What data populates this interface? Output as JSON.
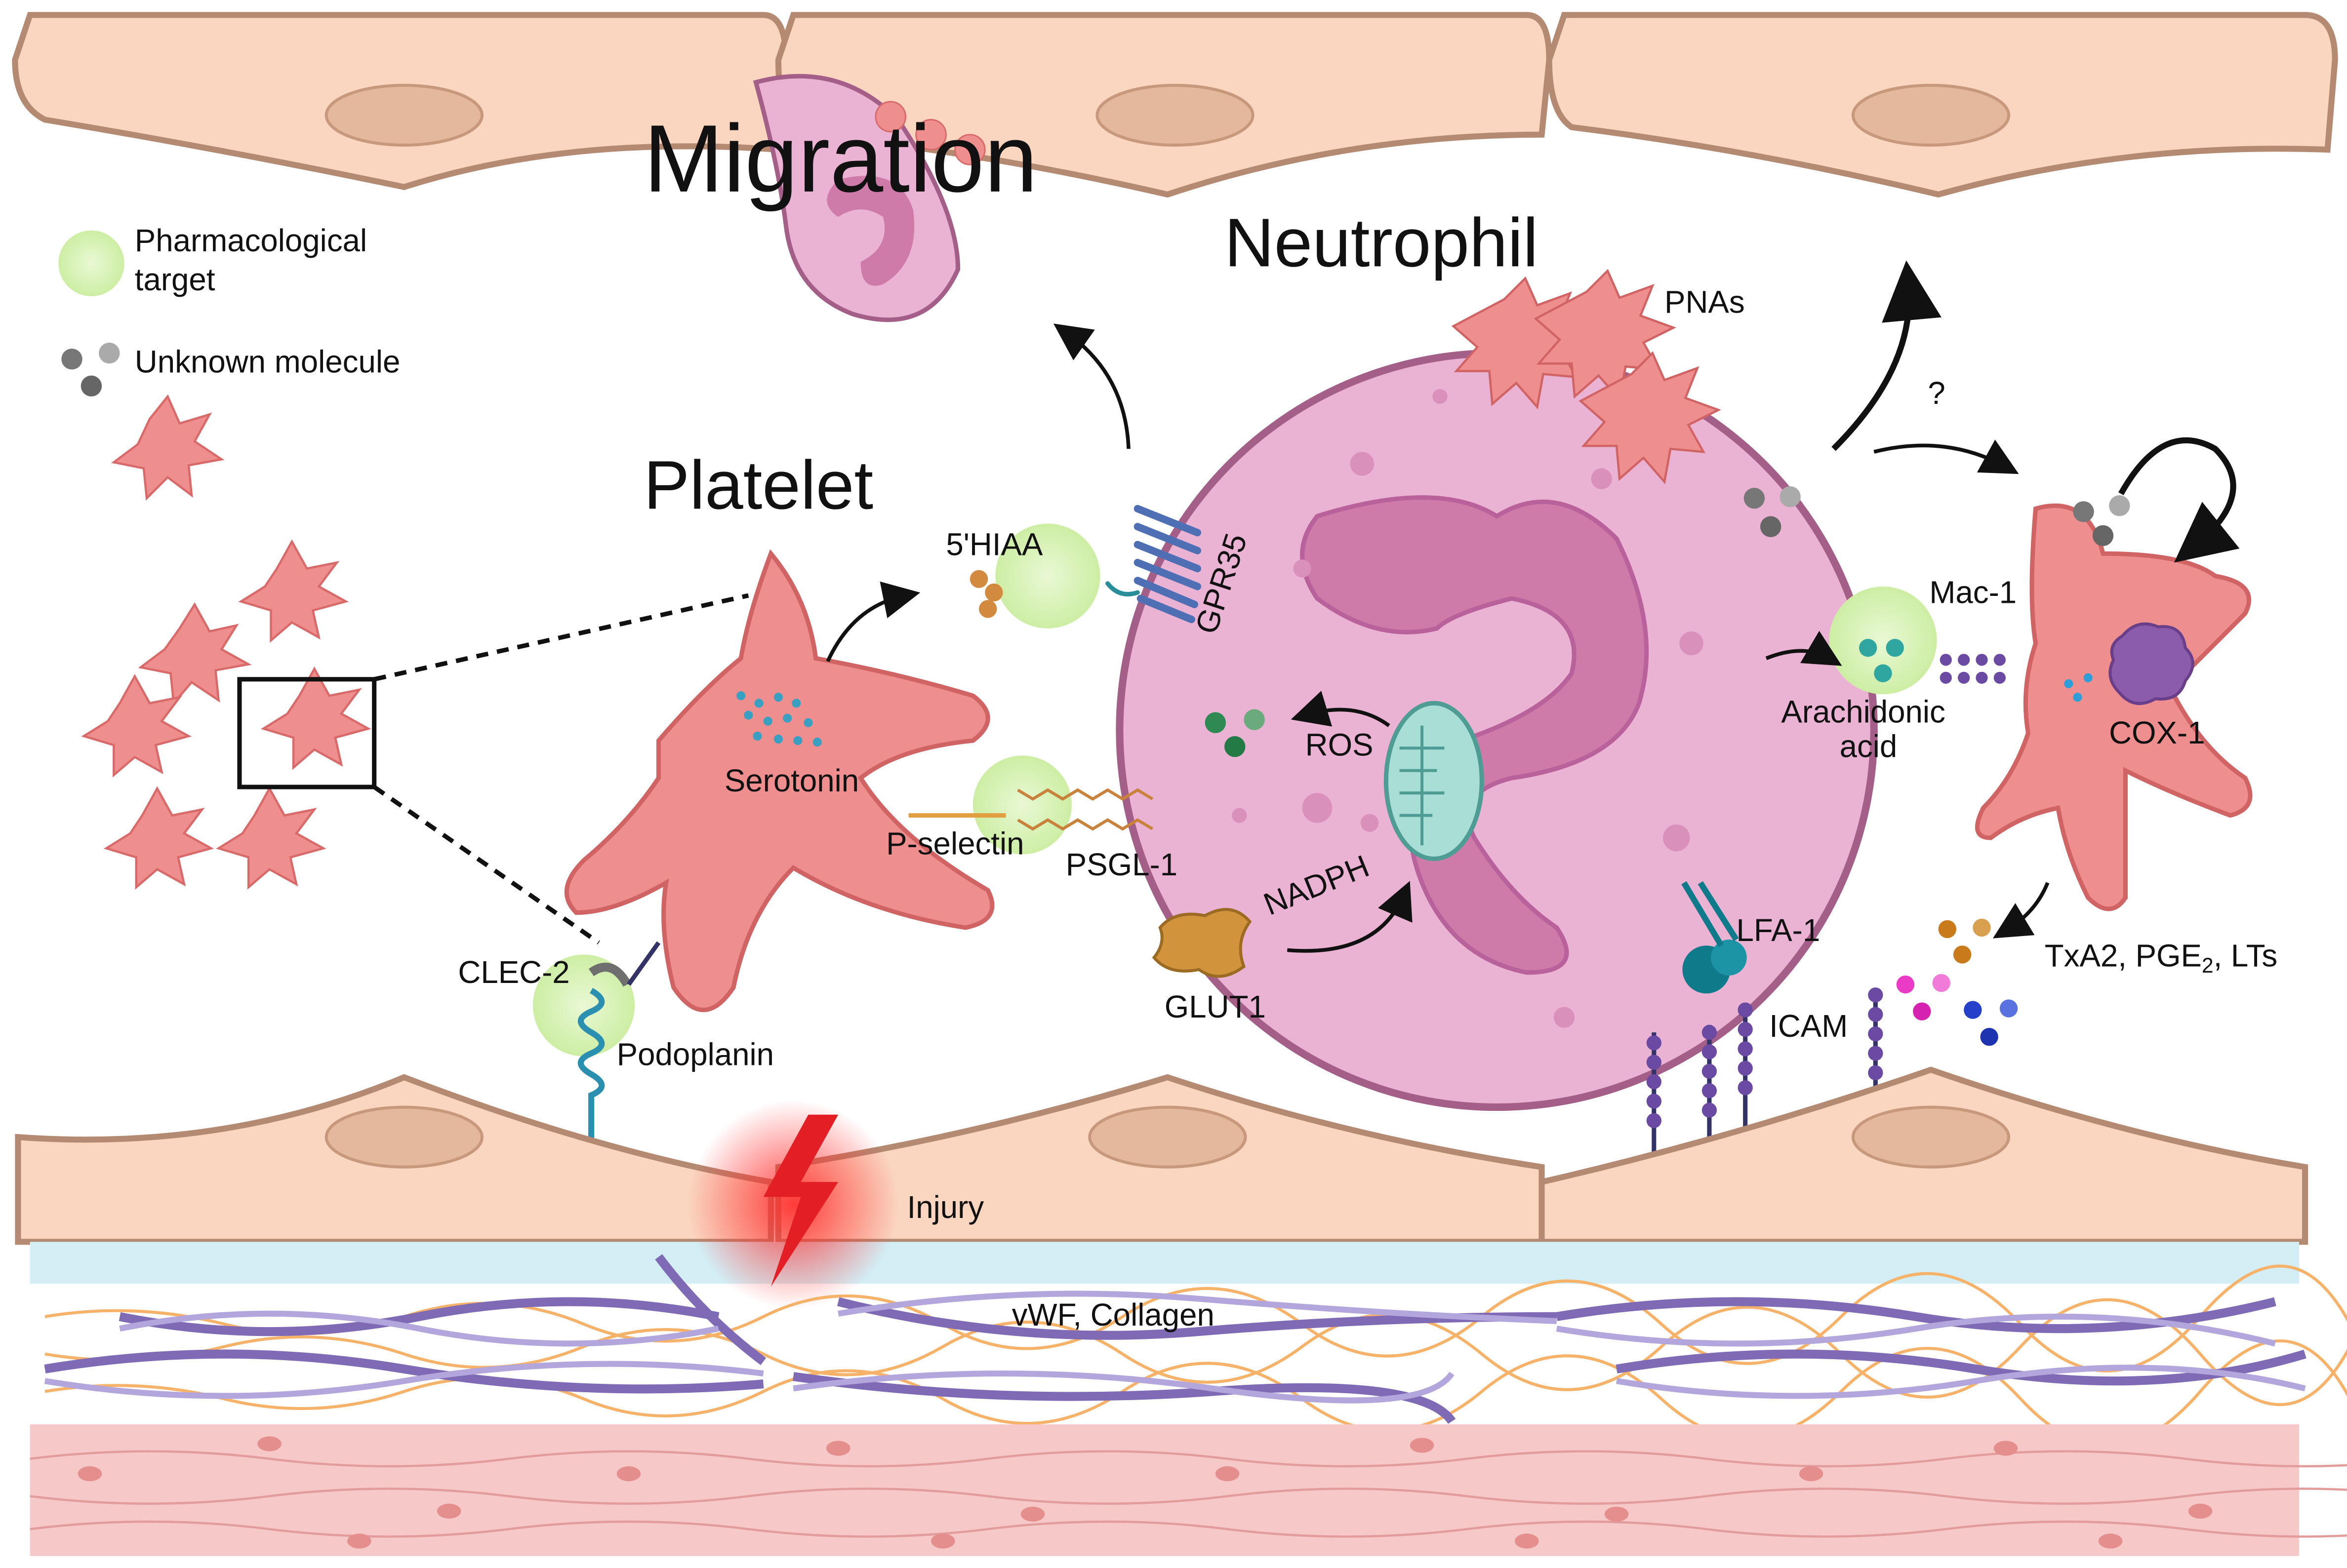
{
  "titles": {
    "neutrophil": "Neutrophil",
    "platelet": "Platelet"
  },
  "legend": {
    "pharmacological_target": [
      "Pharmacological",
      "target"
    ],
    "unknown_molecule": "Unknown molecule"
  },
  "labels": {
    "migration": "Migration",
    "pnas": "PNAs",
    "question": "?",
    "hiaa": "5'HIAA",
    "gpr35": "GPR35",
    "serotonin": "Serotonin",
    "p_selectin": "P-selectin",
    "psgl1": "PSGL-1",
    "ros": "ROS",
    "nadph": "NADPH",
    "glut1": "GLUT1",
    "clec2": "CLEC-2",
    "podoplanin": "Podoplanin",
    "mac1": "Mac-1",
    "arachidonic_acid": [
      "Arachidonic",
      "acid"
    ],
    "cox1": "COX-1",
    "lfa1": "LFA-1",
    "icam": "ICAM",
    "mediators_prefix": "TxA2, PGE",
    "mediators_sub": "2",
    "mediators_suffix": ", LTs",
    "injury": "Injury",
    "vwf_collagen": "vWF, Collagen"
  },
  "colors": {
    "endothelium": "#fad5bf",
    "endothelium_border": "#b48a72",
    "neutrophil": "#ebb3d3",
    "neutrophil_border": "#a45f88",
    "nucleus": "#cf7ba9",
    "platelet": "#ef8e8e",
    "target_glow": "#d5f2b2",
    "injury": "#e31e24",
    "basement": "#d3eef5",
    "smooth_muscle": "#f7c8c8",
    "collagen_a": "#7f6bb5",
    "collagen_b": "#b3a6dc",
    "vwf": "#f7b26a"
  },
  "icons": [
    "platelet-cluster-icon",
    "neutrophil-icon",
    "mitochondrion-icon",
    "gpr35-receptor-icon",
    "glut1-transporter-icon",
    "lightning-injury-icon",
    "cox1-enzyme-icon"
  ]
}
